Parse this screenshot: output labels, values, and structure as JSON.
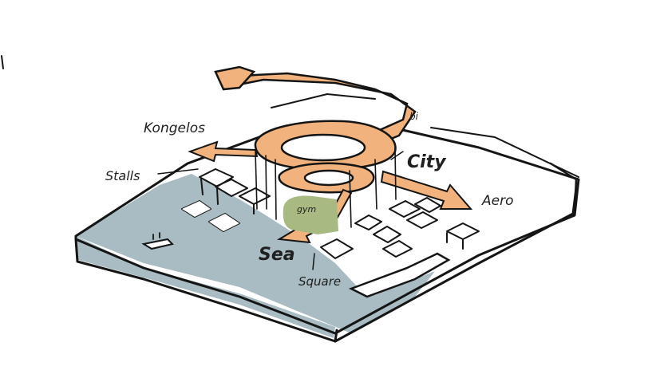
{
  "labels": {
    "kongelos": "Kongelos",
    "stalls": "Stalls",
    "city": "City",
    "aero": "Aero",
    "sea": "Sea",
    "square": "Square",
    "bi": "bi",
    "gym": "gym"
  },
  "colors": {
    "sea": "#a9bcc3",
    "loop": "#f2b27d",
    "park": "#a9b982",
    "ink": "#151515"
  }
}
